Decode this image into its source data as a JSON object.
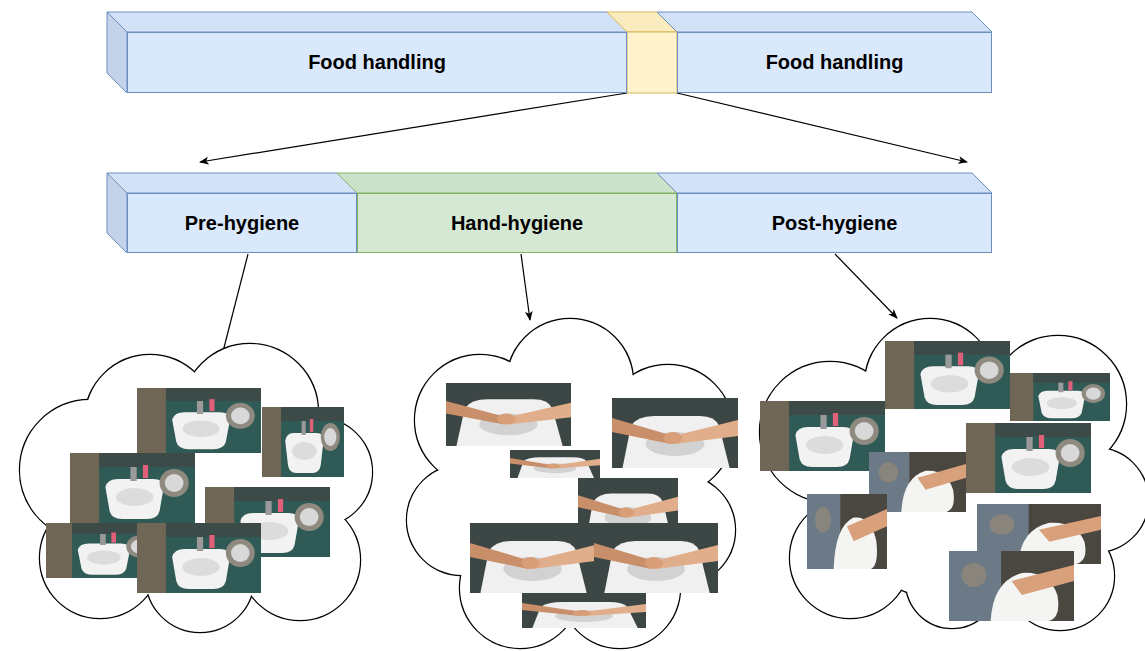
{
  "diagram": {
    "nodes": [
      {
        "text": [
          "Food handling"
        ]
      },
      {
        "text": [
          "Food handling"
        ]
      },
      {
        "text": [
          "Pre-hygiene"
        ]
      },
      {
        "text": [
          "Hand-hygiene"
        ]
      },
      {
        "text": [
          "Post-hygiene"
        ]
      }
    ]
  }
}
